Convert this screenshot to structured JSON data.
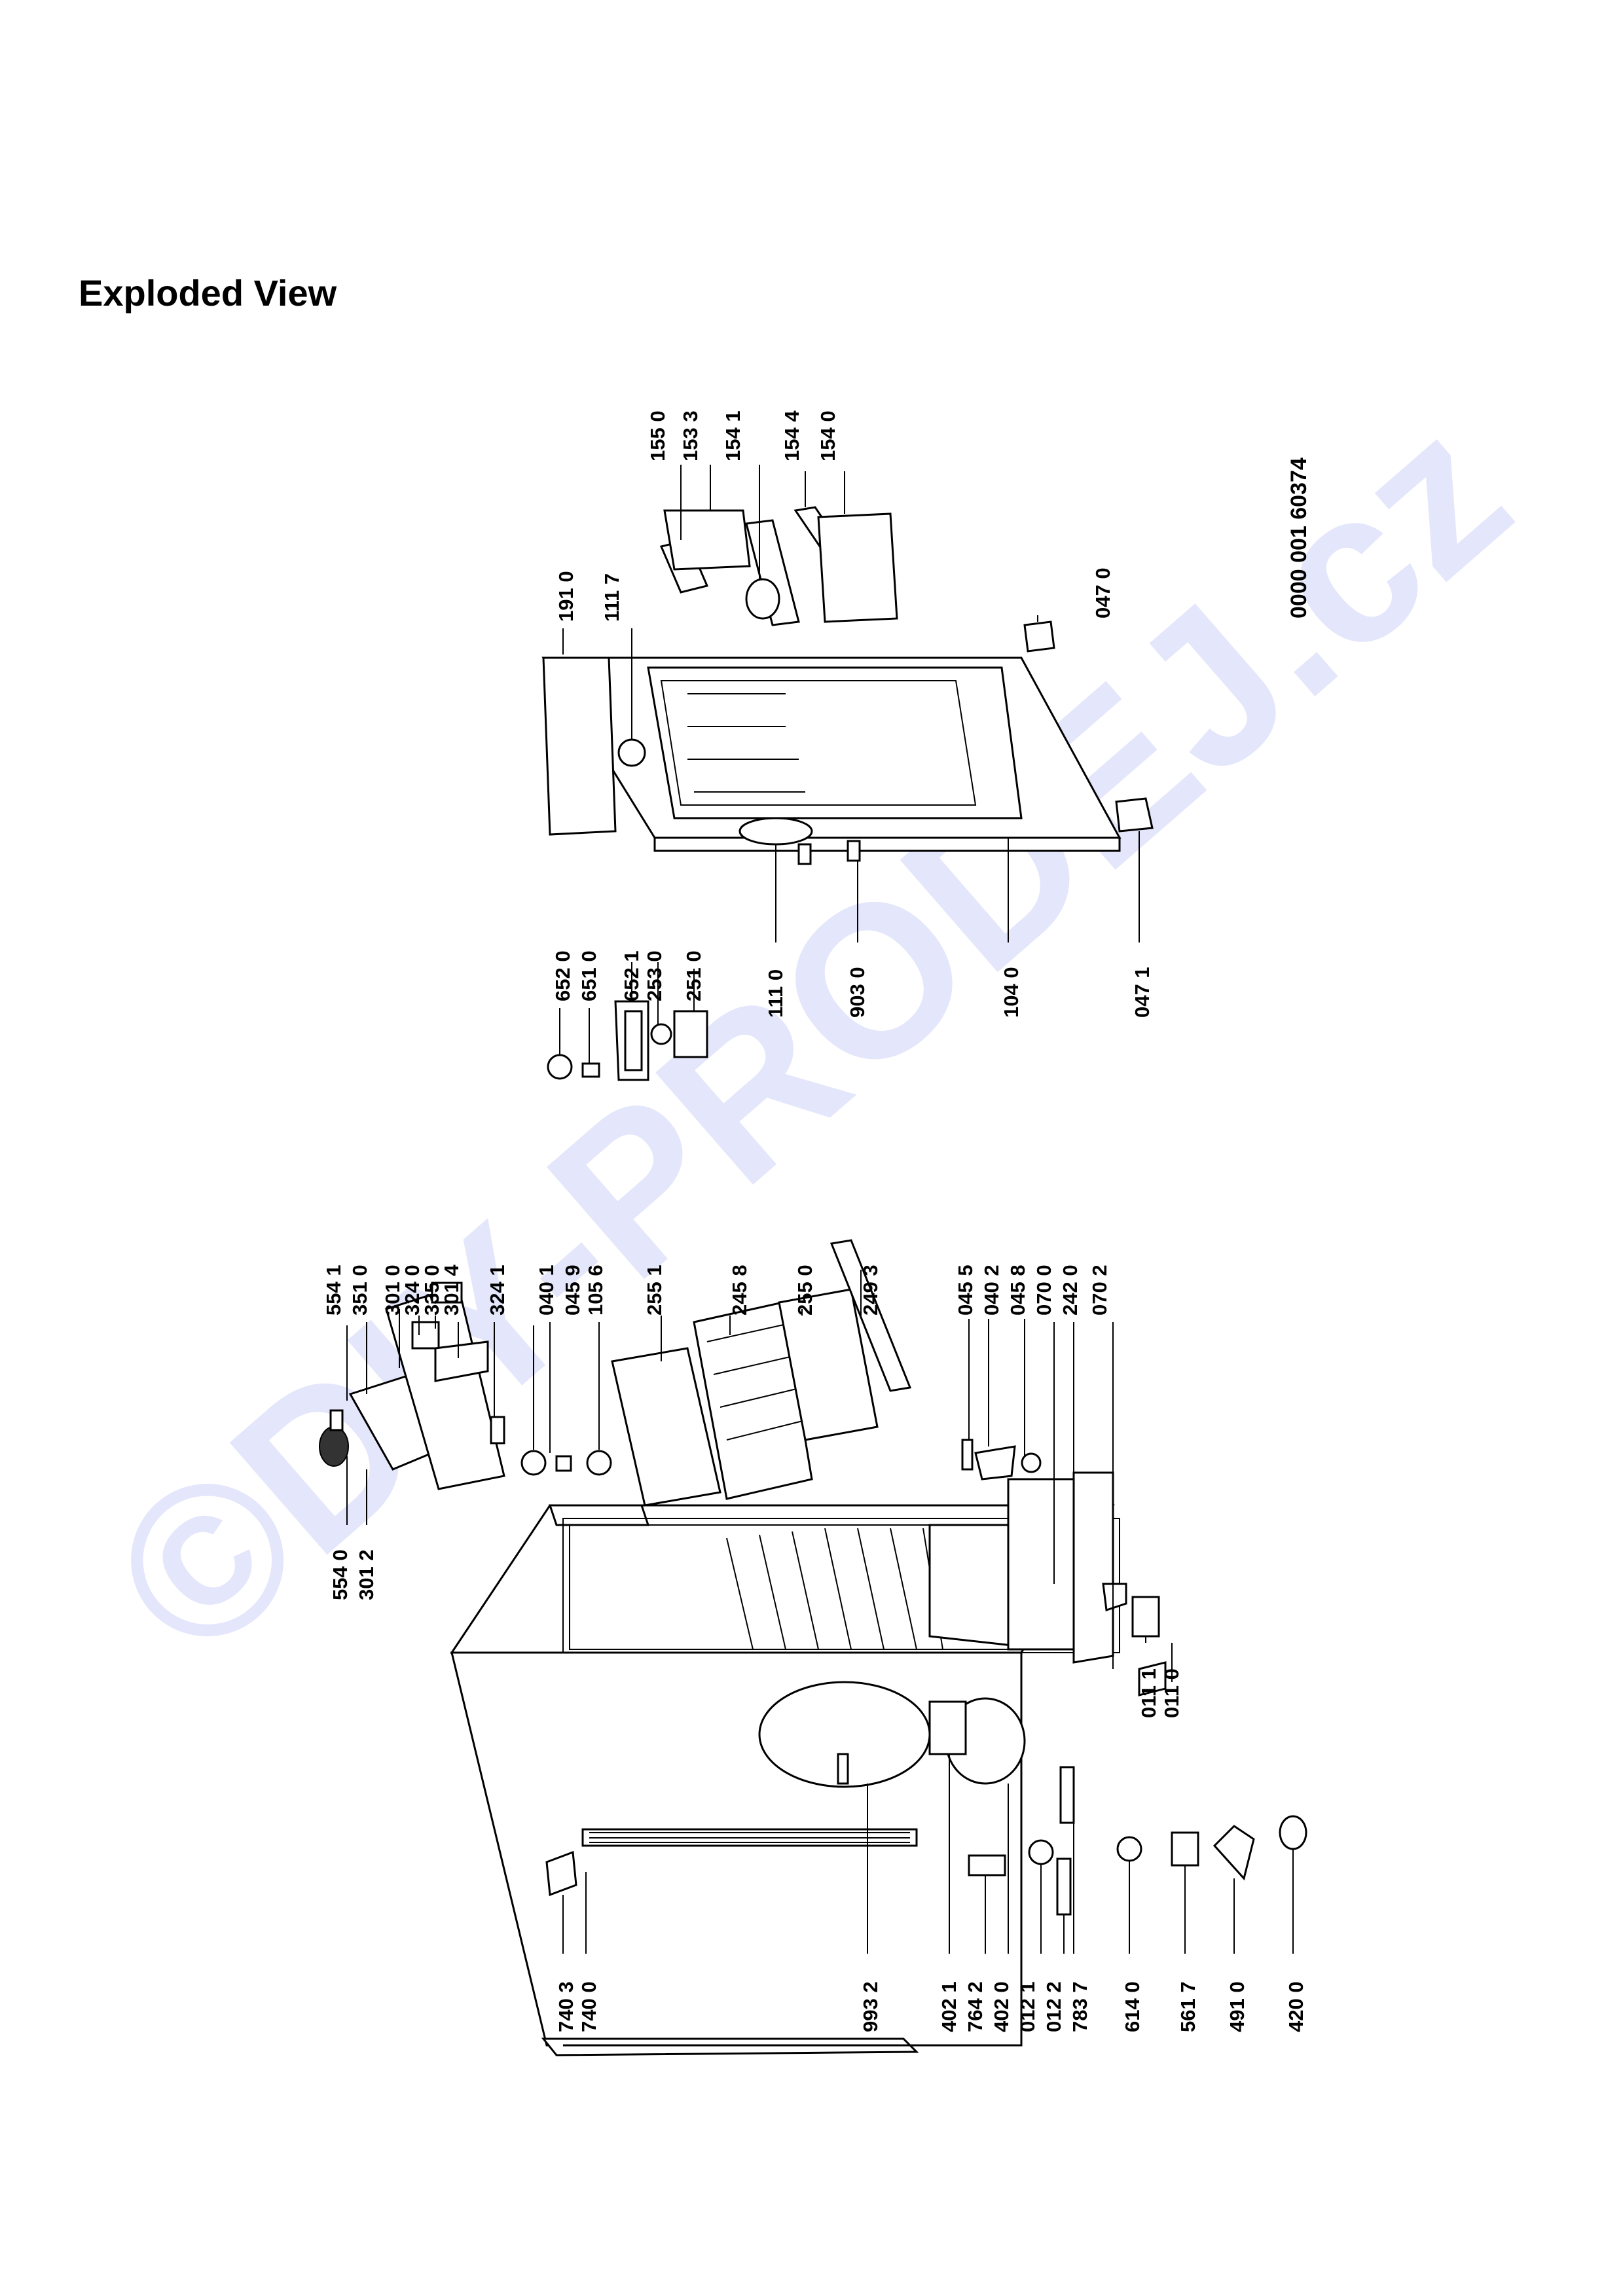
{
  "page": {
    "title": "Exploded View",
    "watermark": "©DIY-PRODEJ.cz",
    "document_code": "0000 001 60374"
  },
  "parts": [
    "554 1",
    "351 0",
    "301 0",
    "324 0",
    "335 0",
    "301 4",
    "324 1",
    "040 1",
    "045 9",
    "105 6",
    "255 1",
    "245 8",
    "255 0",
    "249 3",
    "045 5",
    "040 2",
    "045 8",
    "070 0",
    "242 0",
    "070 2",
    "554 0",
    "301 2",
    "011 1",
    "011 0",
    "740 3",
    "740 0",
    "993 2",
    "402 1",
    "764 2",
    "402 0",
    "012 1",
    "012 2",
    "783 7",
    "614 0",
    "561 7",
    "491 0",
    "420 0",
    "652 0",
    "651 0",
    "652 1",
    "253 0",
    "251 0",
    "111 0",
    "903 0",
    "104 0",
    "047 1",
    "191 0",
    "111 7",
    "155 0",
    "153 3",
    "154 1",
    "154 4",
    "154 0",
    "047 0"
  ]
}
